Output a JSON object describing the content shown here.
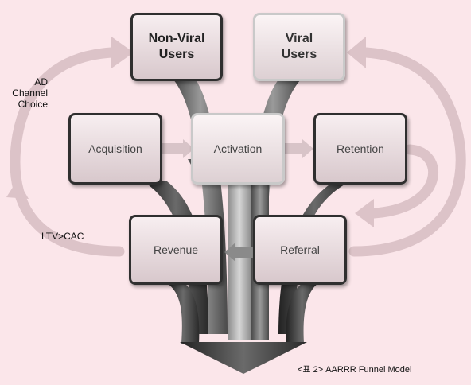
{
  "nodes": {
    "non_viral": "Non-Viral\nUsers",
    "viral": "Viral\nUsers",
    "acquisition": "Acquisition",
    "activation": "Activation",
    "retention": "Retention",
    "revenue": "Revenue",
    "referral": "Referral"
  },
  "labels": {
    "ad_channel": "AD\nChannel\nChoice",
    "ltv_cac": "LTV>CAC",
    "caption": "<표 2> AARRR Funnel Model"
  },
  "colors": {
    "background": "#fbe6ea",
    "loop_arrow": "#dcc3c8",
    "funnel_dark": "#3a3a3a",
    "funnel_mid": "#6e6e6e",
    "funnel_light": "#a9a9a9"
  }
}
